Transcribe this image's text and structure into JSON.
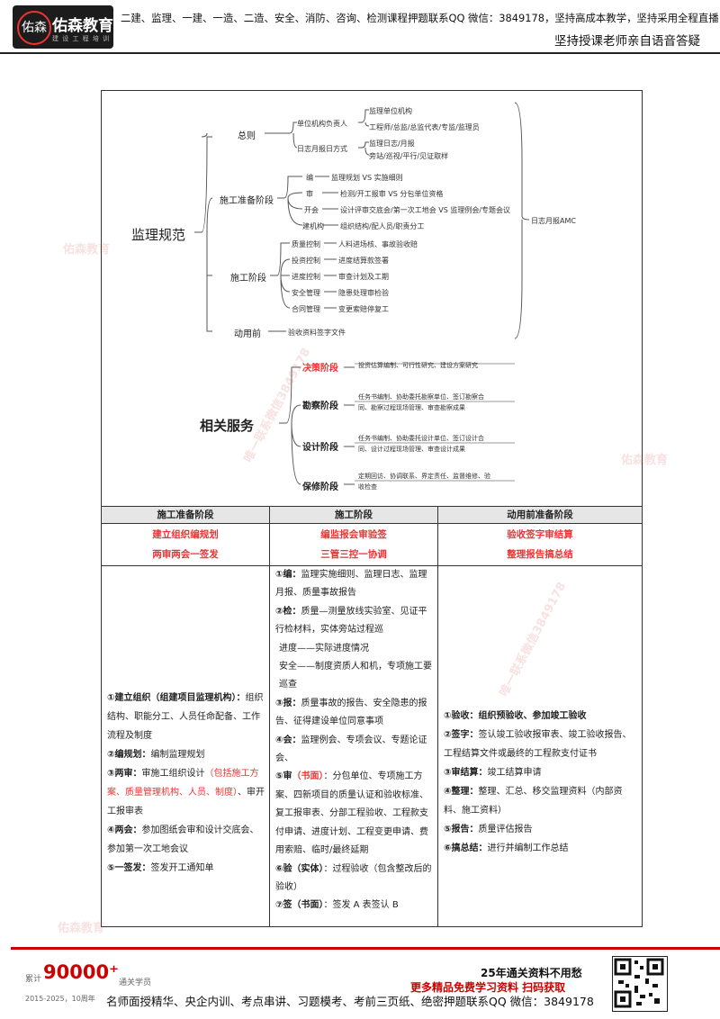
{
  "header": {
    "logo_mark": "佑森",
    "logo_name": "佑森教育",
    "logo_sub": "建 设 工 程 培 训",
    "line1": "二建、监理、一建、一造、二造、安全、消防、咨询、检测课程押题联系QQ 微信：3849178，坚持高成本教学，坚持采用全程直播",
    "line2": "坚持授课老师亲自语音答疑"
  },
  "diagram": {
    "root1": "监理规范",
    "root2": "相关服务",
    "b1": "总则",
    "b1a": "单位机构负责人",
    "b1a1": "监理单位机构",
    "b1a2": "工程师/总监/总监代表/专监/监理员",
    "b1b": "日志月报日方式",
    "b1b1": "监理日志/月报",
    "b1b2": "旁站/巡视/平行/见证取样",
    "b2": "施工准备阶段",
    "b2a": "编",
    "b2a1": "监理规划 VS 实施细则",
    "b2b": "审",
    "b2b1": "检测/开工报审 VS 分包单位资格",
    "b2c": "开会",
    "b2c1": "设计评审交底会/第一次工地会 VS 监理例会/专题会议",
    "b2d": "建机构",
    "b2d1": "组织结构/配人员/职责分工",
    "b3": "施工阶段",
    "b3a": "质量控制",
    "b3a1": "人料进场核、事故验收赔",
    "b3b": "投资控制",
    "b3b1": "进度结算款签署",
    "b3c": "进度控制",
    "b3c1": "审查计划及工期",
    "b3d": "安全管理",
    "b3d1": "隐患处理审检验",
    "b3e": "合同管理",
    "b3e1": "变更索赔停复工",
    "b4": "动用前",
    "b4a": "验收资料签字文件",
    "right": "日志月报AMC",
    "s1": "决策阶段",
    "s1a": "投资估算编制、可行性研究、建设方案研究",
    "s2": "勘察阶段",
    "s2a": "任务书编制、协助委托勘察单位、签订勘察合",
    "s2b": "同、勘察过程现场管理、审查勘察成果",
    "s3": "设计阶段",
    "s3a": "任务书编制、协助委托设计单位、签订设计合",
    "s3b": "同、设计过程现场管理、审查设计成果",
    "s4": "保修阶段",
    "s4a": "定期回访、协调联系、界定责任、监督维修、验",
    "s4b": "收检查"
  },
  "table": {
    "headers": [
      "施工准备阶段",
      "施工阶段",
      "动用前准备阶段"
    ],
    "summary": [
      [
        "建立组织编规划",
        "两审两会一签发"
      ],
      [
        "编监报会审验签",
        "三管三控一协调"
      ],
      [
        "验收签字审结算",
        "整理报告搞总结"
      ]
    ],
    "col1": [
      {
        "k": "①建立组织（组建项目监理机构）：",
        "v": "组织结构、职能分工、人员任命配备、工作流程及制度"
      },
      {
        "k": "②编规划：",
        "v": "编制监理规划"
      },
      {
        "k": "③两审：",
        "v": "审施工组织设计",
        "r": "（包括施工方案、质量管理机构、人员、制度）",
        "v2": "、审开工报审表"
      },
      {
        "k": "④两会：",
        "v": "参加图纸会审和设计交底会、参加第一次工地会议"
      },
      {
        "k": "⑤一签发：",
        "v": "签发开工通知单"
      }
    ],
    "col2": [
      {
        "k": "①编：",
        "v": "监理实施细则、监理日志、监理月报、质量事故报告"
      },
      {
        "k": "②检：",
        "v": "质量—测量放线实验室、见证平行检材料，实体旁站过程巡"
      },
      {
        "k": "",
        "v": "进度——实际进度情况"
      },
      {
        "k": "",
        "v": "安全——制度资质人和机，专项施工要巡查"
      },
      {
        "k": "③报：",
        "v": "质量事故的报告、安全隐患的报告、征得建设单位同意事项"
      },
      {
        "k": "④会：",
        "v": "监理例会、专项会议、专题论证会、"
      },
      {
        "k": "⑤审",
        "r": "（书面）",
        "v": "：分包单位、专项施工方案、四新项目的质量认证和验收标准、复工报审表、分部工程验收、工程款支付申请、进度计划、工程变更申请、费用索赔、临时/最终延期"
      },
      {
        "k": "⑥验（实体）",
        "v": "：过程验收（包含整改后的验收）"
      },
      {
        "k": "⑦签（书面）",
        "v": "：签发 A 表签认 B"
      }
    ],
    "col3": [
      {
        "k": "①验收：组织预验收、参加竣工验收",
        "v": ""
      },
      {
        "k": "②签字：",
        "v": "签认竣工验收报审表、竣工验收报告、工程结算文件或最终的工程款支付证书"
      },
      {
        "k": "③审结算：",
        "v": "竣工结算申请"
      },
      {
        "k": "④整理：",
        "v": "整理、汇总、移交监理资料（内部资料、施工资料）"
      },
      {
        "k": "⑤报告：",
        "v": "质量评估报告"
      },
      {
        "k": "⑥搞总结：",
        "v": "进行并编制工作总结"
      }
    ]
  },
  "watermarks": {
    "w1": "唯一联系微信3849178",
    "w2": "佑森教育"
  },
  "footer": {
    "count_pre": "累计",
    "count": "90000⁺",
    "count_suf": "通关学员",
    "years": "2015-2025，10周年",
    "slogan": "25年通关资料不用愁",
    "red": "更多精品免费学习资料 扫码获取",
    "items": "名师面授精华、央企内训、考点串讲、习题模考、考前三页纸、绝密押题联系QQ 微信：3849178"
  },
  "colors": {
    "accent_red": "#e33333",
    "header_bg": "#e6e6e6",
    "footer_red": "#cc0000"
  }
}
